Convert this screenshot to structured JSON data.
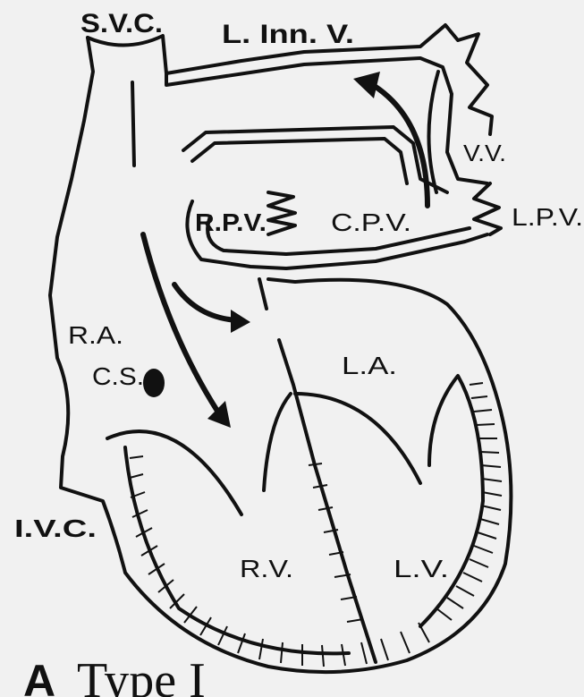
{
  "diagram": {
    "labels": {
      "svc": "S.V.C.",
      "l_inn_v": "L. Inn. V.",
      "vv": "V.V.",
      "rpv": "R.P.V.",
      "cpv": "C.P.V.",
      "lpv": "L.P.V.",
      "ra": "R.A.",
      "cs": "C.S.",
      "la": "L.A.",
      "ivc": "I.V.C.",
      "rv": "R.V.",
      "lv": "L.V."
    },
    "caption": {
      "letter": "A",
      "text": "Type I"
    }
  },
  "colors": {
    "background": "#f1f1f1",
    "ink": "#111111"
  }
}
